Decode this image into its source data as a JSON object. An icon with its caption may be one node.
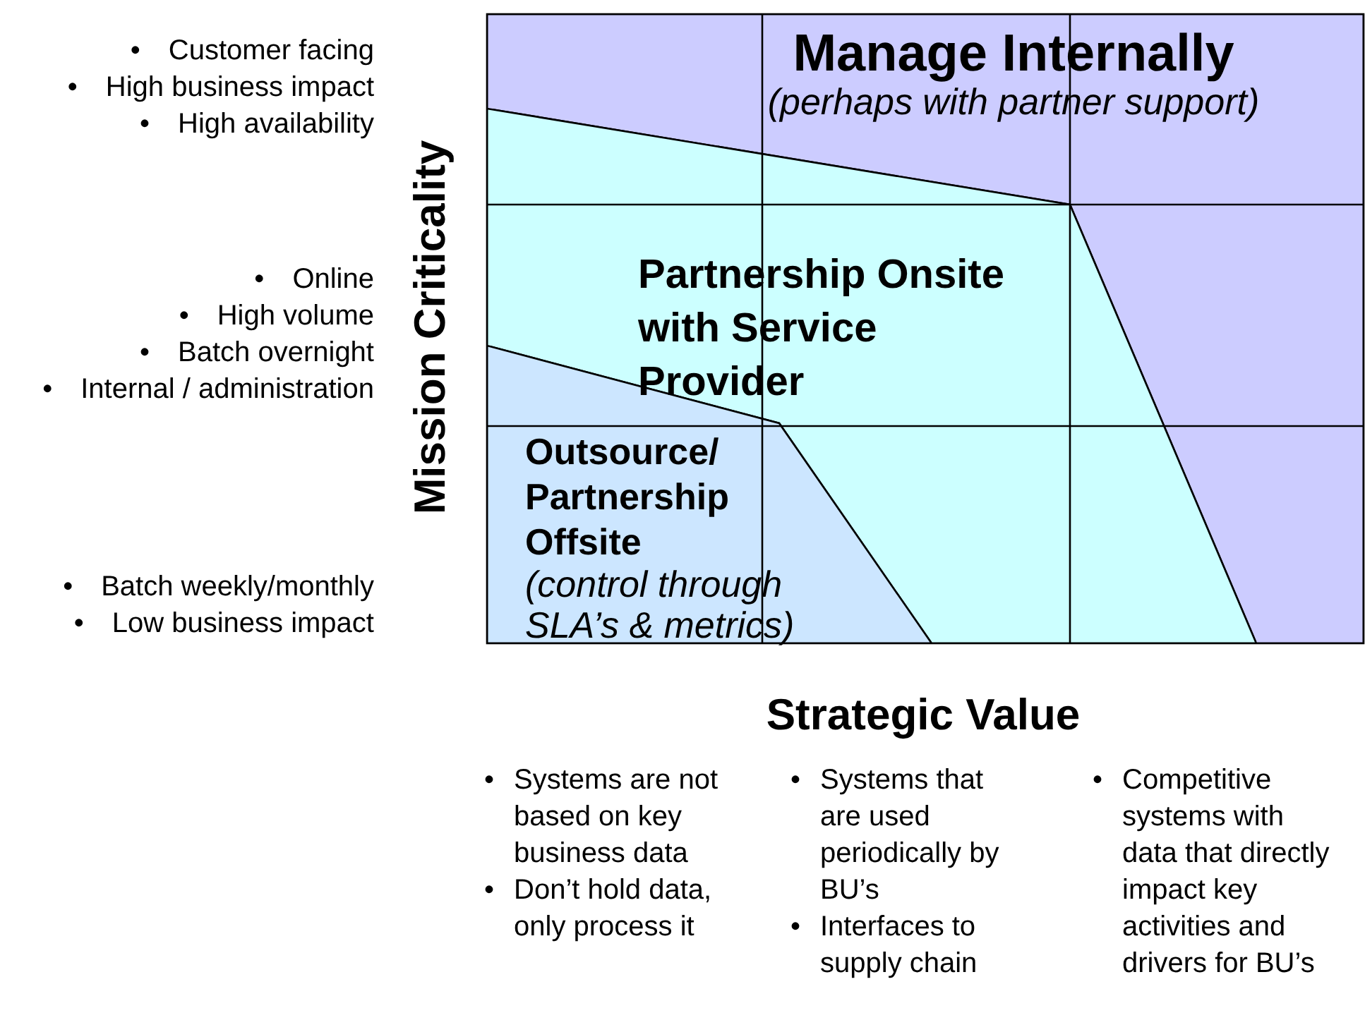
{
  "diagram": {
    "nodes": [
      {
        "text": [
          "Manage Internally",
          "(perhaps with partner support)"
        ]
      },
      {
        "text": [
          "Partnership Onsite with Service Provider"
        ]
      },
      {
        "text": [
          "Outsource/ Partnership Offsite",
          "(control through SLA’s & metrics)"
        ]
      }
    ],
    "labels": [
      "•",
      "Customer facing",
      "•",
      "High business impact",
      "•",
      "High availability",
      "•",
      "Online",
      "•",
      "High volume",
      "•",
      "Batch overnight",
      "•",
      "Internal / administration",
      "•",
      "Batch weekly/monthly",
      "•",
      "Low business impact",
      "Mission Criticality",
      "Strategic Value",
      "•",
      "Systems are not based on key business data",
      "•",
      "Don’t hold data, only process it",
      "•",
      "Systems that are used periodically by BU’s",
      "•",
      "Interfaces to supply chain",
      "•",
      "Competitive systems with data that directly impact key activities and drivers for BU’s"
    ]
  }
}
